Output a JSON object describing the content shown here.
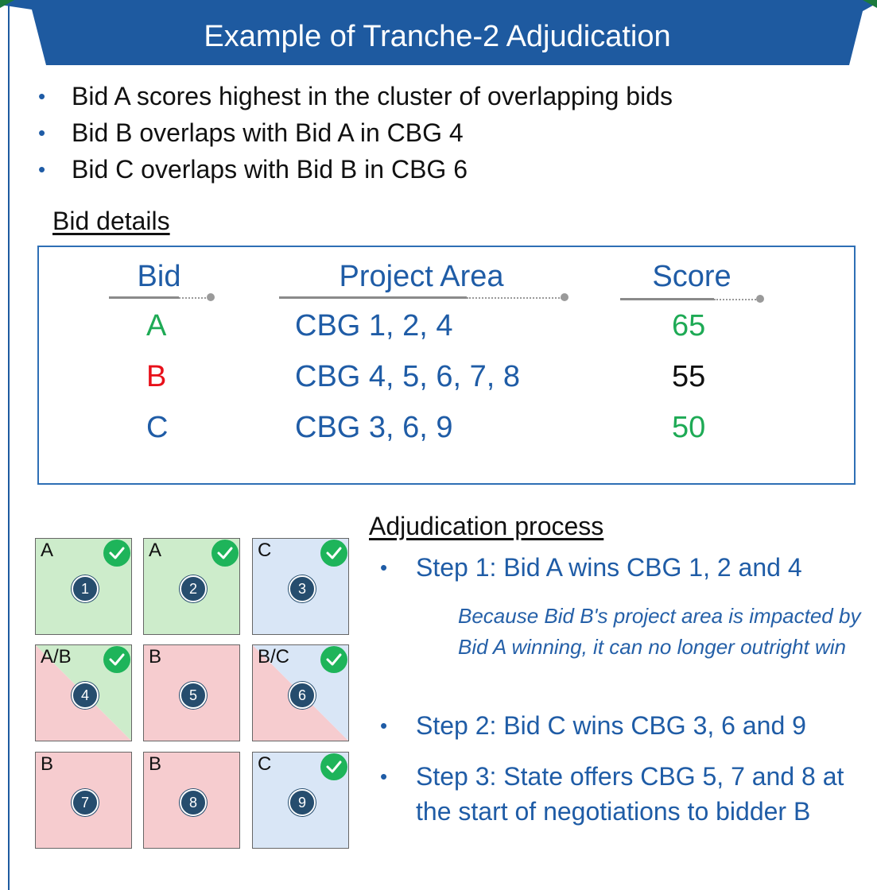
{
  "title": "Example of Tranche-2 Adjudication",
  "colors": {
    "banner": "#1e5aa0",
    "accent_blue": "#1f5ca6",
    "green": "#1eaa55",
    "red": "#e8101a",
    "cell_green": "#cdeccb",
    "cell_red": "#f6cccf",
    "cell_blue": "#d9e6f6",
    "check_green": "#1eb45a",
    "badge": "#264d6e"
  },
  "bullets": [
    "Bid A scores highest in the cluster of overlapping bids",
    "Bid B overlaps with Bid A in CBG 4",
    "Bid C overlaps with Bid B in CBG 6"
  ],
  "bid_details": {
    "heading": "Bid details",
    "headers": {
      "bid": "Bid",
      "area": "Project Area",
      "score": "Score"
    },
    "rows": [
      {
        "bid": "A",
        "area": "CBG 1, 2, 4",
        "score": "65"
      },
      {
        "bid": "B",
        "area": "CBG 4, 5, 6, 7, 8",
        "score": "55"
      },
      {
        "bid": "C",
        "area": "CBG 3, 6, 9",
        "score": "50"
      }
    ]
  },
  "grid": {
    "cells": [
      {
        "label": "A",
        "number": "1",
        "fill": "green",
        "check": true
      },
      {
        "label": "A",
        "number": "2",
        "fill": "green",
        "check": true
      },
      {
        "label": "C",
        "number": "3",
        "fill": "blue",
        "check": true
      },
      {
        "label": "A/B",
        "number": "4",
        "fill": "red-green",
        "check": true
      },
      {
        "label": "B",
        "number": "5",
        "fill": "red",
        "check": false
      },
      {
        "label": "B/C",
        "number": "6",
        "fill": "red-blue",
        "check": true
      },
      {
        "label": "B",
        "number": "7",
        "fill": "red",
        "check": false
      },
      {
        "label": "B",
        "number": "8",
        "fill": "red",
        "check": false
      },
      {
        "label": "C",
        "number": "9",
        "fill": "blue",
        "check": true
      }
    ]
  },
  "adjudication": {
    "heading": "Adjudication process",
    "step1": "Step 1: Bid A wins CBG 1, 2 and 4",
    "note": "Because Bid B's project area is impacted by Bid A winning, it can no longer outright win",
    "step2": "Step 2: Bid C wins CBG 3, 6 and 9",
    "step3": "Step 3: State offers CBG 5, 7 and 8 at the start of negotiations to bidder B"
  }
}
